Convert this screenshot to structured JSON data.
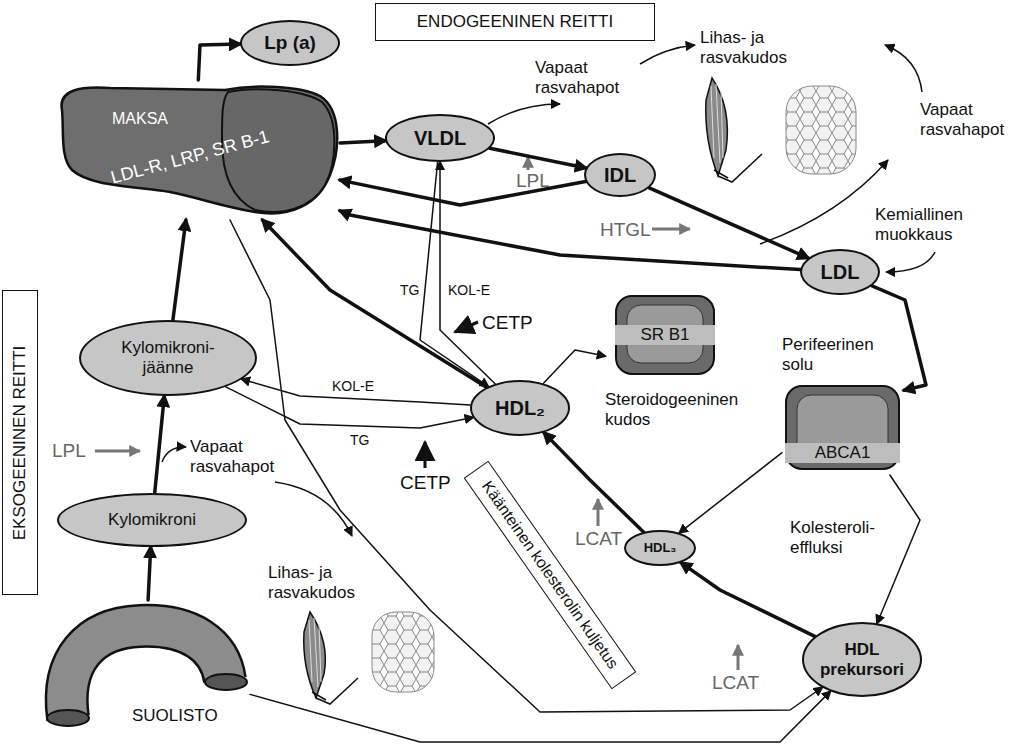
{
  "diagram": {
    "nodes": [
      {
        "text": [
          "ENDOGEENINEN REITTI"
        ]
      },
      {
        "text": [
          "MAKSA",
          "LDL-R, LRP, SR B-1"
        ]
      },
      {
        "text": [
          "Lp (a)"
        ]
      },
      {
        "text": [
          "VLDL"
        ]
      },
      {
        "text": [
          "IDL"
        ]
      },
      {
        "text": [
          "LDL"
        ]
      },
      {
        "text": [
          "EKSOGEENINEN REITTI"
        ]
      },
      {
        "text": [
          "Kylomikroni- jäänne"
        ]
      },
      {
        "text": [
          "HDL₂"
        ]
      },
      {
        "text": [
          "SR B1",
          "Steroidogeeninen kudos"
        ]
      },
      {
        "text": [
          "Perifeerinen solu",
          "ABCA1"
        ]
      },
      {
        "text": [
          "Kylomikroni"
        ]
      },
      {
        "text": [
          "HDL₃"
        ]
      },
      {
        "text": [
          "Käänteinen kolesterolin kuljetus"
        ]
      },
      {
        "text": [
          "HDL prekursori"
        ]
      },
      {
        "text": [
          "SUOLISTO"
        ]
      }
    ],
    "edges": [
      {
        "from": 1,
        "to": 2,
        "arrow": "to"
      },
      {
        "from": 1,
        "to": 3,
        "arrow": "to"
      },
      {
        "from": 3,
        "to": 4,
        "arrow": "to"
      },
      {
        "from": 4,
        "to": 1,
        "arrow": "to"
      },
      {
        "from": 4,
        "to": 5,
        "arrow": "to"
      },
      {
        "from": 5,
        "to": 1,
        "arrow": "to"
      },
      {
        "from": 5,
        "to": 10,
        "arrow": "to"
      },
      {
        "from": 8,
        "to": 3,
        "label": "KOL-E",
        "arrow": "to"
      },
      {
        "from": 3,
        "to": 8,
        "label": "TG",
        "arrow": "to"
      },
      {
        "from": 8,
        "to": 1,
        "arrow": "to"
      },
      {
        "from": 8,
        "to": 9,
        "arrow": "to"
      },
      {
        "from": 8,
        "to": 7,
        "label": "KOL-E",
        "arrow": "to"
      },
      {
        "from": 7,
        "to": 8,
        "label": "TG",
        "arrow": "to"
      },
      {
        "from": 7,
        "to": 1,
        "arrow": "to"
      },
      {
        "from": 11,
        "to": 7,
        "arrow": "to"
      },
      {
        "from": 15,
        "to": 11,
        "arrow": "to"
      },
      {
        "from": 12,
        "to": 8,
        "arrow": "to"
      },
      {
        "from": 10,
        "to": 12,
        "arrow": "to"
      },
      {
        "from": 10,
        "to": 14,
        "arrow": "to"
      },
      {
        "from": 14,
        "to": 12,
        "arrow": "to"
      },
      {
        "from": 1,
        "to": 14,
        "arrow": "to"
      },
      {
        "from": 15,
        "to": 14,
        "arrow": "to"
      }
    ],
    "labels": [
      "Vapaat rasvahapot",
      "Lihas- ja rasvakudos",
      "Vapaat rasvahapot",
      "LPL",
      "HTGL",
      "Kemiallinen muokkaus",
      "CETP",
      "Vapaat rasvahapot",
      "LPL",
      "CETP",
      "Lihas- ja rasvakudos",
      "LCAT",
      "Kolesteroli- effluksi",
      "LCAT"
    ]
  }
}
